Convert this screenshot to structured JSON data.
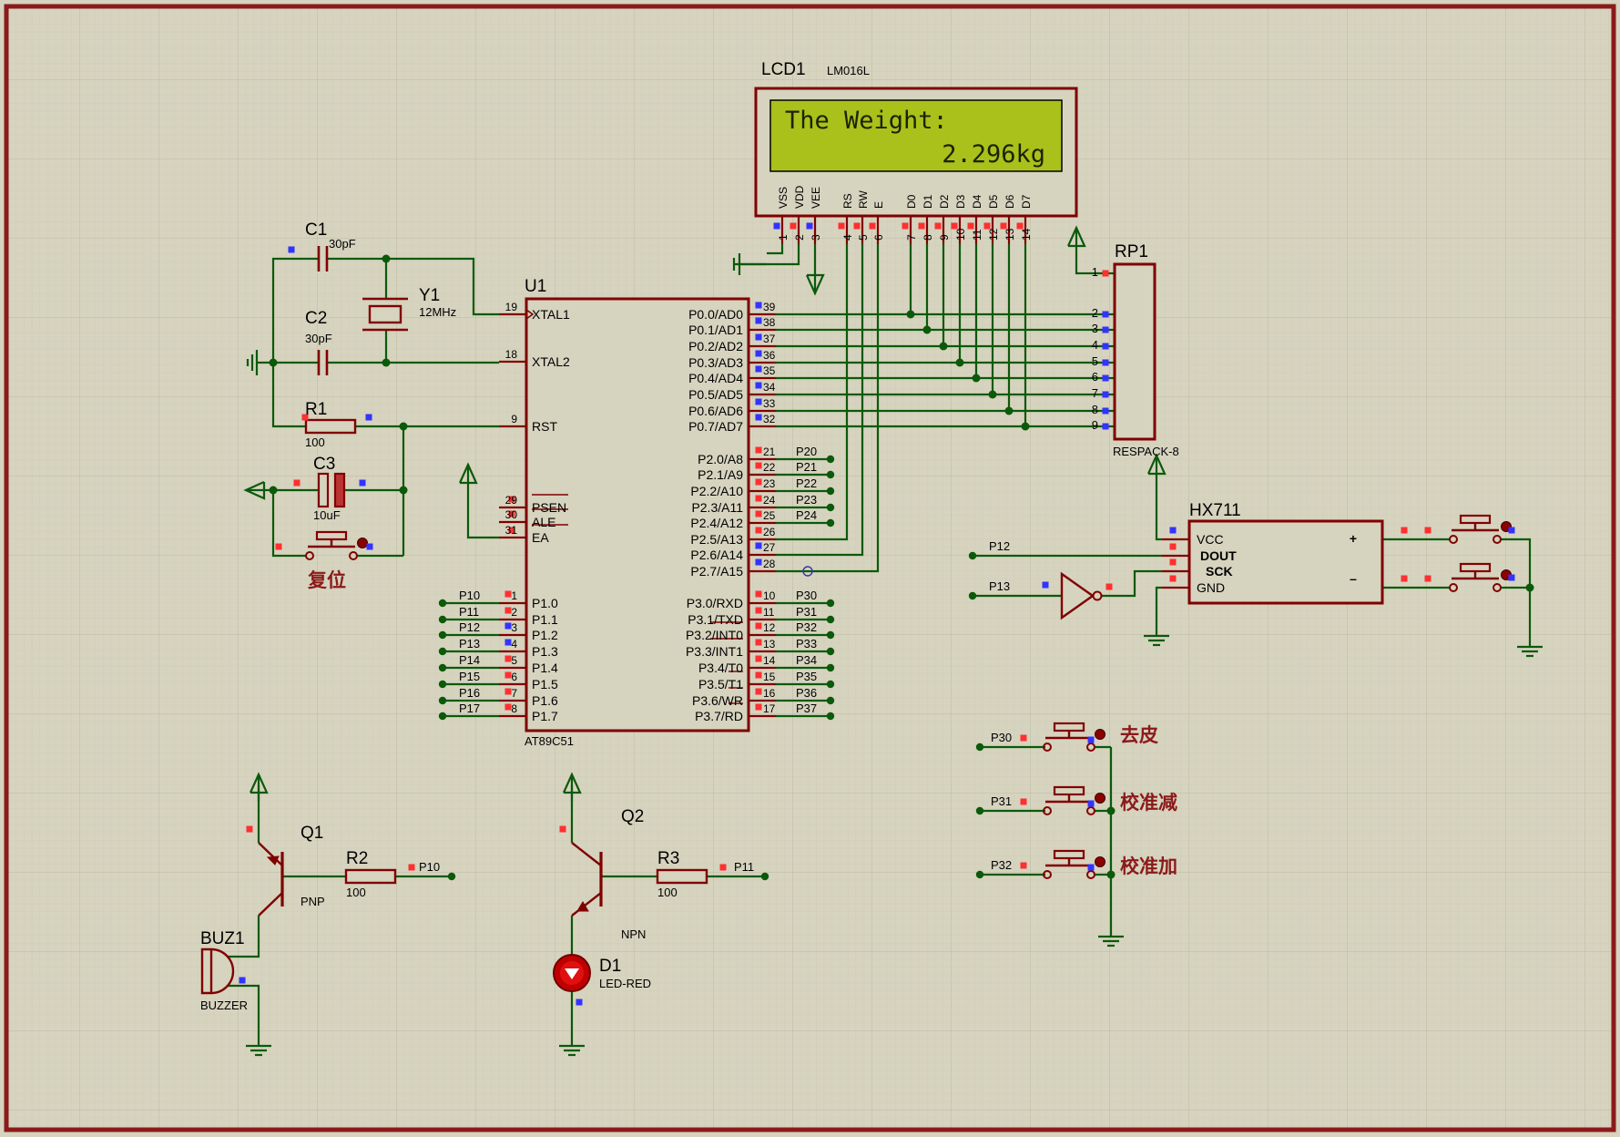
{
  "colors": {
    "sheet": "#d6d3bf",
    "grid": "#c8c5b0",
    "border": "#8b1a1a",
    "wire": "#0a5a0a",
    "body": "#800000",
    "bodyFill": "#d6d3bf",
    "lcdScreen": "#a9c11a",
    "lcdText": "#1d2206",
    "pinRed": "#ff3030",
    "pinBlue": "#3333ff",
    "cnText": "#8b1a1a",
    "hxText": "#b00000"
  },
  "lcd": {
    "ref": "LCD1",
    "part": "LM016L",
    "line1": "The Weight:",
    "line2": "2.296kg",
    "pins": [
      {
        "name": "VSS",
        "num": "1"
      },
      {
        "name": "VDD",
        "num": "2"
      },
      {
        "name": "VEE",
        "num": "3"
      },
      {
        "name": "RS",
        "num": "4"
      },
      {
        "name": "RW",
        "num": "5"
      },
      {
        "name": "E",
        "num": "6"
      },
      {
        "name": "D0",
        "num": "7"
      },
      {
        "name": "D1",
        "num": "8"
      },
      {
        "name": "D2",
        "num": "9"
      },
      {
        "name": "D3",
        "num": "10"
      },
      {
        "name": "D4",
        "num": "11"
      },
      {
        "name": "D5",
        "num": "12"
      },
      {
        "name": "D6",
        "num": "13"
      },
      {
        "name": "D7",
        "num": "14"
      }
    ]
  },
  "mcu": {
    "ref": "U1",
    "part": "AT89C51",
    "left_pins": [
      {
        "num": "19",
        "name": "XTAL1"
      },
      {
        "num": "18",
        "name": "XTAL2"
      },
      {
        "num": "9",
        "name": "RST"
      },
      {
        "num": "29",
        "name": "PSEN"
      },
      {
        "num": "30",
        "name": "ALE"
      },
      {
        "num": "31",
        "name": "EA"
      },
      {
        "num": "1",
        "name": "P1.0",
        "net": "P10"
      },
      {
        "num": "2",
        "name": "P1.1",
        "net": "P11"
      },
      {
        "num": "3",
        "name": "P1.2",
        "net": "P12"
      },
      {
        "num": "4",
        "name": "P1.3",
        "net": "P13"
      },
      {
        "num": "5",
        "name": "P1.4",
        "net": "P14"
      },
      {
        "num": "6",
        "name": "P1.5",
        "net": "P15"
      },
      {
        "num": "7",
        "name": "P1.6",
        "net": "P16"
      },
      {
        "num": "8",
        "name": "P1.7",
        "net": "P17"
      }
    ],
    "p0_pins": [
      {
        "num": "39",
        "name": "P0.0/AD0"
      },
      {
        "num": "38",
        "name": "P0.1/AD1"
      },
      {
        "num": "37",
        "name": "P0.2/AD2"
      },
      {
        "num": "36",
        "name": "P0.3/AD3"
      },
      {
        "num": "35",
        "name": "P0.4/AD4"
      },
      {
        "num": "34",
        "name": "P0.5/AD5"
      },
      {
        "num": "33",
        "name": "P0.6/AD6"
      },
      {
        "num": "32",
        "name": "P0.7/AD7"
      }
    ],
    "p2_pins": [
      {
        "num": "21",
        "name": "P2.0/A8",
        "net": "P20"
      },
      {
        "num": "22",
        "name": "P2.1/A9",
        "net": "P21"
      },
      {
        "num": "23",
        "name": "P2.2/A10",
        "net": "P22"
      },
      {
        "num": "24",
        "name": "P2.3/A11",
        "net": "P23"
      },
      {
        "num": "25",
        "name": "P2.4/A12",
        "net": "P24"
      },
      {
        "num": "26",
        "name": "P2.5/A13",
        "net": ""
      },
      {
        "num": "27",
        "name": "P2.6/A14",
        "net": ""
      },
      {
        "num": "28",
        "name": "P2.7/A15",
        "net": ""
      }
    ],
    "p3_pins": [
      {
        "num": "10",
        "name": "P3.0/RXD",
        "net": "P30"
      },
      {
        "num": "11",
        "name": "P3.1/TXD",
        "net": "P31"
      },
      {
        "num": "12",
        "name": "P3.2/INT0",
        "net": "P32"
      },
      {
        "num": "13",
        "name": "P3.3/INT1",
        "net": "P33"
      },
      {
        "num": "14",
        "name": "P3.4/T0",
        "net": "P34"
      },
      {
        "num": "15",
        "name": "P3.5/T1",
        "net": "P35"
      },
      {
        "num": "16",
        "name": "P3.6/WR",
        "net": "P36"
      },
      {
        "num": "17",
        "name": "P3.7/RD",
        "net": "P37"
      }
    ]
  },
  "c1": {
    "ref": "C1",
    "value": "30pF"
  },
  "c2": {
    "ref": "C2",
    "value": "30pF"
  },
  "y1": {
    "ref": "Y1",
    "value": "12MHz"
  },
  "r1": {
    "ref": "R1",
    "value": "100"
  },
  "c3": {
    "ref": "C3",
    "value": "10uF"
  },
  "reset_label": "复位",
  "rp1": {
    "ref": "RP1",
    "part": "RESPACK-8",
    "pins": [
      "1",
      "2",
      "3",
      "4",
      "5",
      "6",
      "7",
      "8",
      "9"
    ]
  },
  "hx711": {
    "ref": "HX711",
    "pins": [
      "VCC",
      "DOUT",
      "SCK",
      "GND"
    ],
    "plus": "+",
    "minus": "–",
    "net_p12": "P12",
    "net_p13": "P13"
  },
  "q1": {
    "ref": "Q1",
    "type": "PNP"
  },
  "r2": {
    "ref": "R2",
    "value": "100",
    "net": "P10"
  },
  "buz1": {
    "ref": "BUZ1",
    "part": "BUZZER"
  },
  "q2": {
    "ref": "Q2",
    "type": "NPN"
  },
  "r3": {
    "ref": "R3",
    "value": "100",
    "net": "P11"
  },
  "d1": {
    "ref": "D1",
    "part": "LED-RED"
  },
  "buttons": [
    {
      "net": "P30",
      "label": "去皮"
    },
    {
      "net": "P31",
      "label": "校准减"
    },
    {
      "net": "P32",
      "label": "校准加"
    }
  ]
}
